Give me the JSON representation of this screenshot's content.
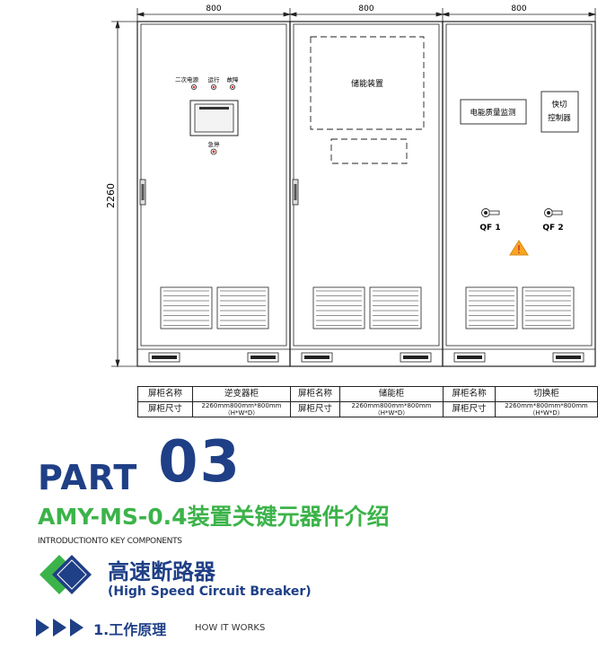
{
  "drawing": {
    "width_dims": [
      "800",
      "800",
      "800"
    ],
    "height_dim": "2260",
    "cabinet1": {
      "indicators": [
        "二次电源",
        "运行",
        "故障"
      ],
      "estop_label": "急停"
    },
    "cabinet2": {
      "device_label": "储能装置"
    },
    "cabinet3": {
      "power_quality_label": "电能质量监测",
      "fast_switch_label_line1": "快切",
      "fast_switch_label_line2": "控制器",
      "breakers": [
        "QF 1",
        "QF 2"
      ]
    }
  },
  "table": {
    "row1": [
      "屏柜名称",
      "逆变器柜",
      "屏柜名称",
      "储能柜",
      "屏柜名称",
      "切换柜"
    ],
    "row2_label": "屏柜尺寸",
    "size_main": "2260mm800mm*800mm",
    "size_sub": "（H*W*D）",
    "size_main_3": "2260mm*800mm*800mm",
    "size_sub_3": "（H*W*D）"
  },
  "part": {
    "word": "PART",
    "number": "03"
  },
  "subtitle": "AMY-MS-0.4装置关键元器件介绍",
  "intro": "INTRODUCTIONTO KEY COMPONENTS",
  "section": {
    "title": "高速断路器",
    "subtitle": "(High Speed Circuit Breaker)"
  },
  "step": {
    "label": "1.工作原理",
    "english": "HOW IT WORKS"
  },
  "colors": {
    "blue": "#1f3f86",
    "green": "#3cb34a",
    "warning": "#f6a623",
    "indicator": "#d8372b"
  }
}
